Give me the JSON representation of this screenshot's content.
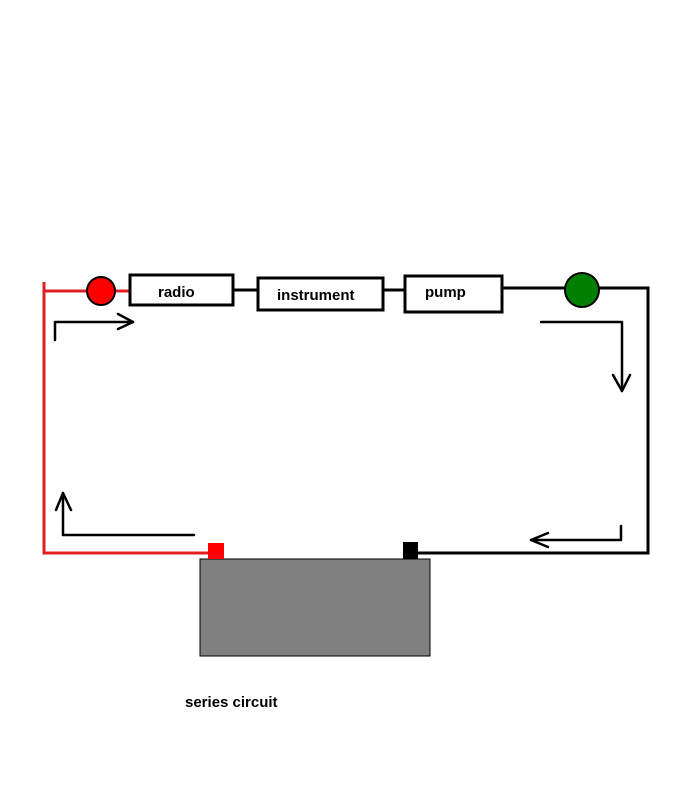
{
  "components": [
    {
      "key": "radio",
      "label": "radio"
    },
    {
      "key": "instrument",
      "label": "instrument"
    },
    {
      "key": "pump",
      "label": "pump"
    }
  ],
  "caption": "series circuit",
  "colors": {
    "positive_wire": "#e02020",
    "negative_wire": "#000000",
    "positive_terminal": "#ff0000",
    "negative_terminal": "#000000",
    "battery": "#808080",
    "red_indicator": "#ff0000",
    "green_indicator": "#008000"
  },
  "icons": {
    "flow_arrows": "current-direction-arrow-icon",
    "indicators": "connection-dot-icon"
  }
}
